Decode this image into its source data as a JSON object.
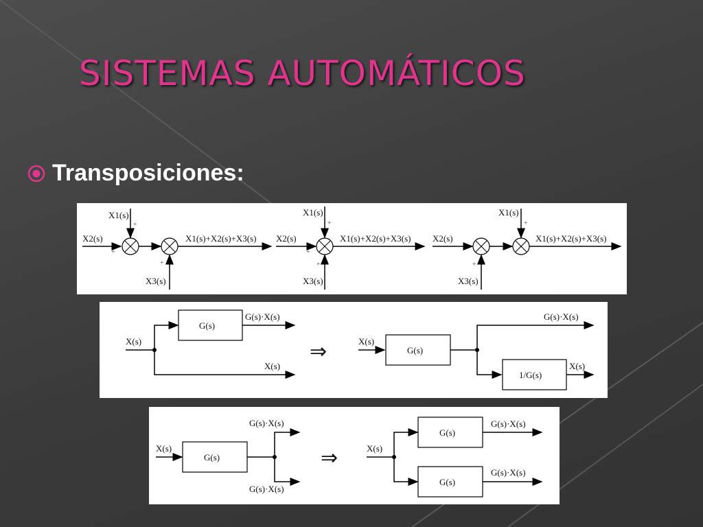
{
  "slide": {
    "title": "SISTEMAS AUTOMÁTICOS",
    "bullet": "Transposiciones:",
    "accent_color": "#e0358c",
    "bullet_icon": "circle-dot-icon"
  },
  "diagram1": {
    "x1": "X1(s)",
    "x2": "X2(s)",
    "x3": "X3(s)",
    "sum_output": "X1(s)+X2(s)+X3(s)",
    "plus": "+"
  },
  "diagram2": {
    "input": "X(s)",
    "block": "G(s)",
    "output_g": "G(s)·X(s)",
    "output_x": "X(s)",
    "inverse_block": "1/G(s)",
    "implies": "⇒"
  },
  "diagram3": {
    "input": "X(s)",
    "block": "G(s)",
    "output": "G(s)·X(s)",
    "implies": "⇒"
  }
}
